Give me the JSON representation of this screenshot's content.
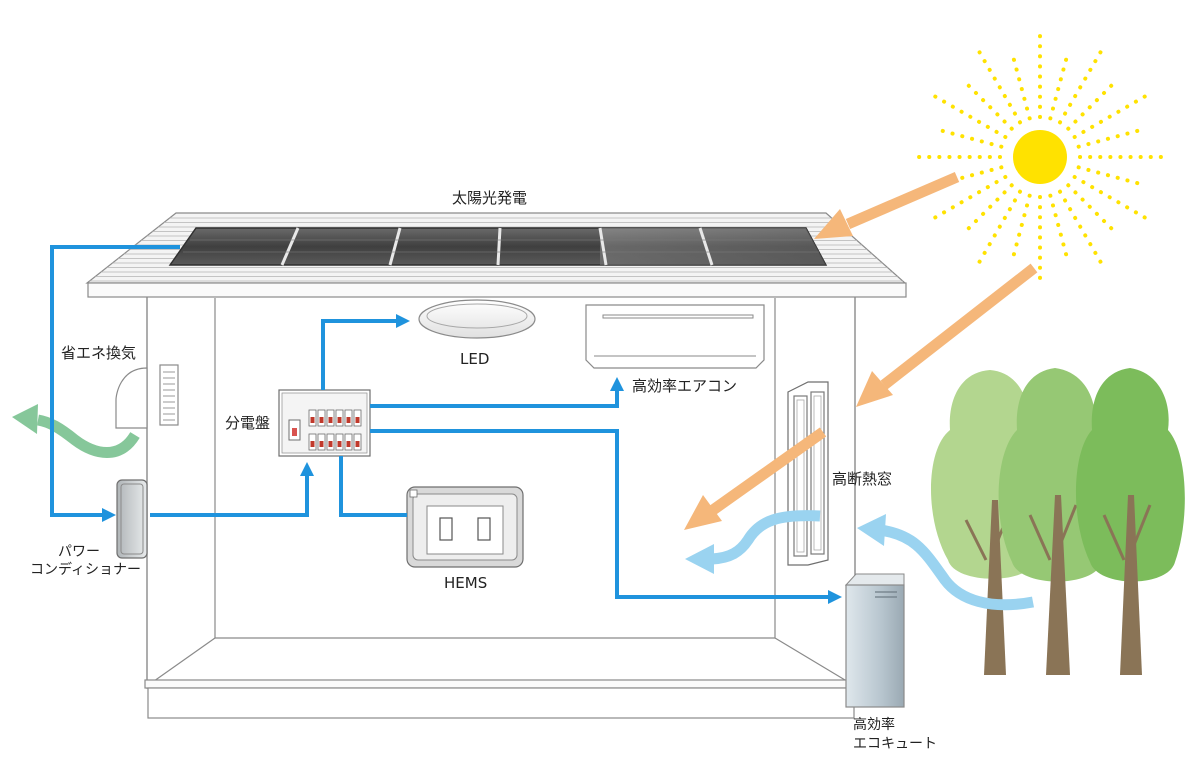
{
  "labels": {
    "solar": "太陽光発電",
    "led": "LED",
    "aircon": "高効率エアコン",
    "ventilation": "省エネ換気",
    "distribution_board": "分電盤",
    "window": "高断熱窓",
    "power_conditioner_line1": "パワー",
    "power_conditioner_line2": "コンディショナー",
    "hems": "HEMS",
    "ecocute_line1": "高効率",
    "ecocute_line2": "エコキュート"
  },
  "colors": {
    "wiring": "#1f93dd",
    "sunlight": "#f5b77a",
    "airflow_in": "#9ad3f0",
    "airflow_out": "#86c79a",
    "sun": "#ffe200",
    "panel": "#4a4a4a",
    "roof": "#f3f3f3",
    "tree_light": "#b3d68f",
    "tree_mid": "#96c874",
    "tree_dark": "#7cbc5b",
    "trunk": "#8a7456"
  }
}
